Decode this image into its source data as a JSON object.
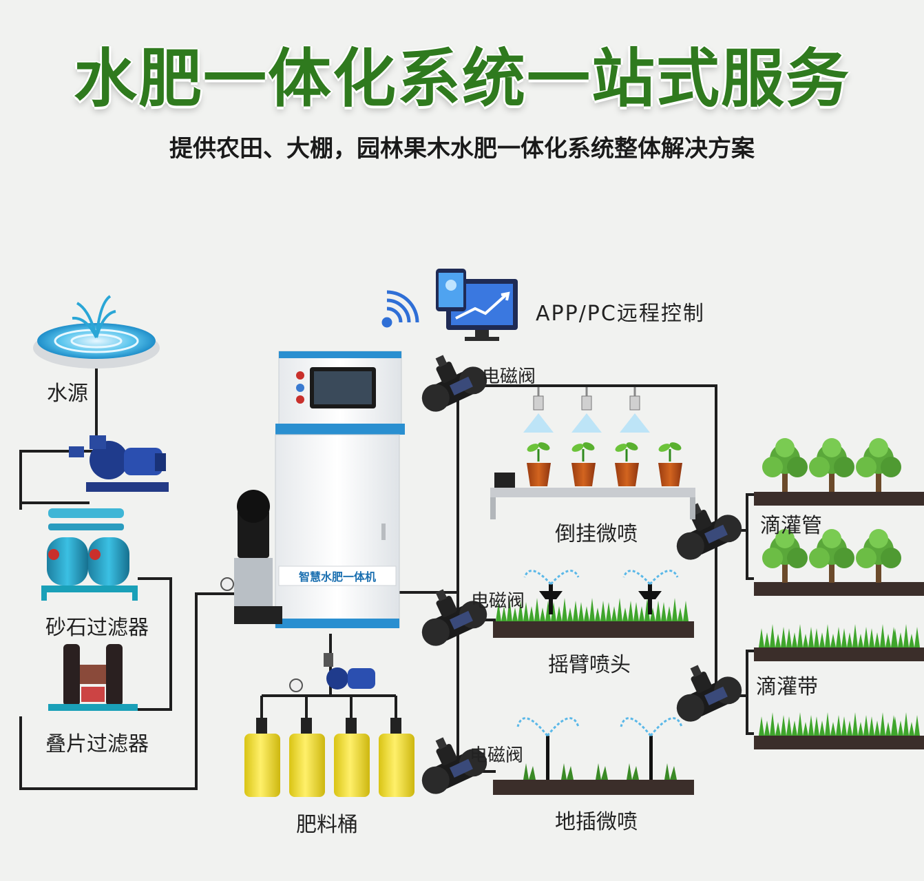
{
  "title": "水肥一体化系统一站式服务",
  "subtitle": "提供农田、大棚，园林果木水肥一体化系统整体解决方案",
  "labels": {
    "water_source": "水源",
    "sand_filter": "砂石过滤器",
    "disc_filter": "叠片过滤器",
    "fertilizer_bucket": "肥料桶",
    "remote_control": "APP/PC远程控制",
    "solenoid_valve_1": "电磁阀",
    "solenoid_valve_2": "电磁阀",
    "solenoid_valve_3": "电磁阀",
    "hanging_micro_spray": "倒挂微喷",
    "rocker_sprinkler": "摇臂喷头",
    "ground_micro_spray": "地插微喷",
    "drip_pipe": "滴灌管",
    "drip_tape": "滴灌带"
  },
  "machine": {
    "panel_label": "智慧水肥一体机"
  },
  "colors": {
    "title_green": "#2f7a1e",
    "pipe": "#1e1e1e",
    "tank_blue": "#2aa6c9",
    "bucket_yellow": "#f3e23a",
    "plant_green": "#4caf30"
  },
  "icons": [
    "water-fountain-icon",
    "wifi-signal-icon",
    "monitor-phone-icon",
    "solenoid-valve-icon",
    "pump-icon"
  ]
}
